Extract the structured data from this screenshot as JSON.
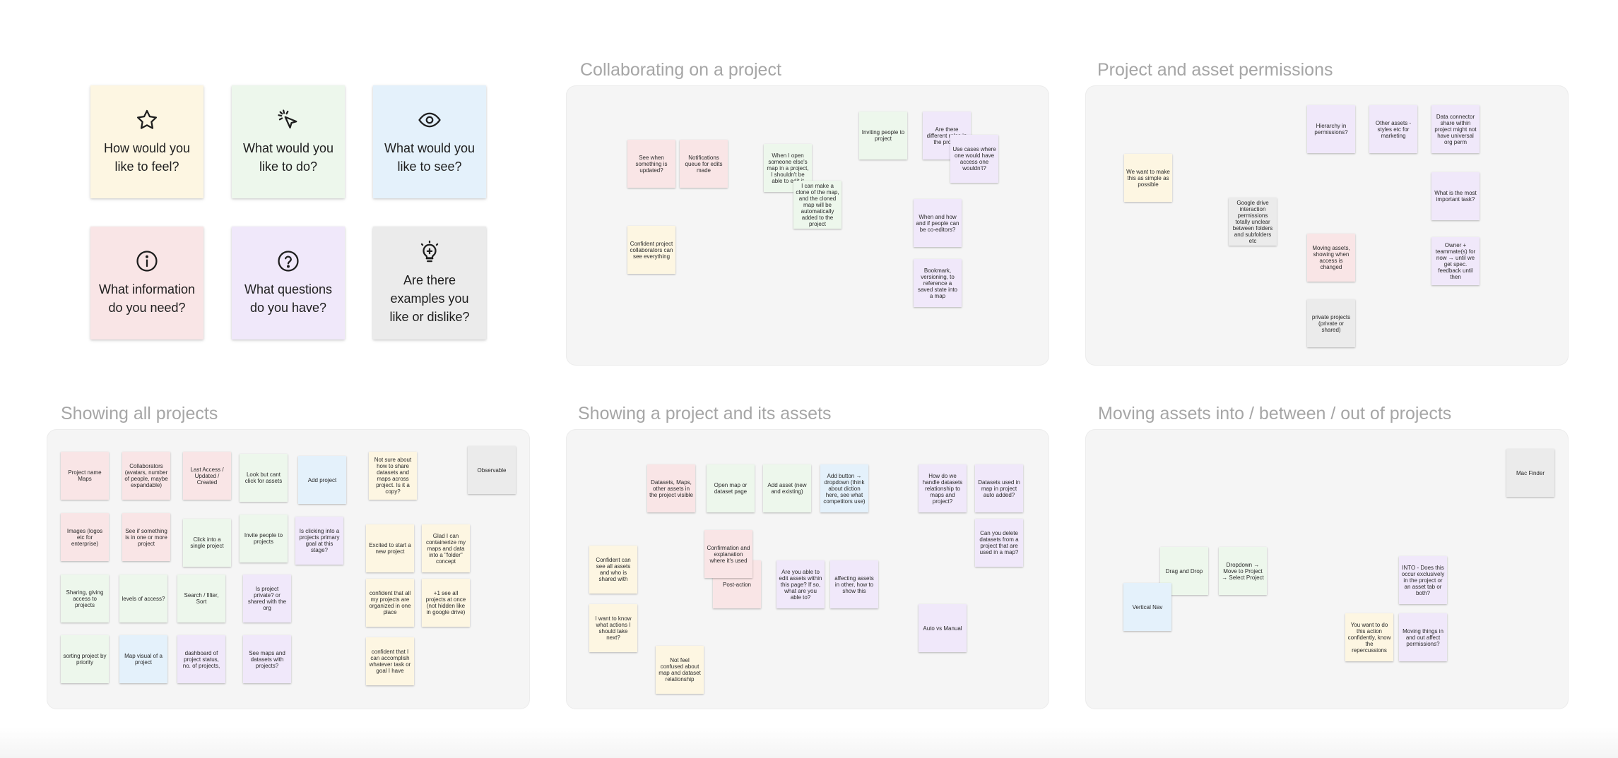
{
  "colors": {
    "yellow": "#fdf6e2",
    "green": "#edf7ec",
    "blue": "#e4f1fb",
    "pink": "#f9e5e6",
    "purple": "#f0e8fa",
    "gray": "#ebebeb",
    "section_bg": "#f5f5f5",
    "section_title": "#a6a6a6"
  },
  "prompts": [
    {
      "label": "How would you like to feel?",
      "icon": "star-icon",
      "color": "yellow"
    },
    {
      "label": "What would you like to do?",
      "icon": "cursor-click-icon",
      "color": "green"
    },
    {
      "label": "What would you like to see?",
      "icon": "eye-icon",
      "color": "blue"
    },
    {
      "label": "What information do you need?",
      "icon": "info-icon",
      "color": "pink"
    },
    {
      "label": "What questions do you have?",
      "icon": "question-icon",
      "color": "purple"
    },
    {
      "label": "Are there examples you like or dislike?",
      "icon": "lightbulb-icon",
      "color": "gray"
    }
  ],
  "sections": {
    "collab": {
      "title": "Collaborating on a project"
    },
    "perms": {
      "title": "Project and asset permissions"
    },
    "showall": {
      "title": "Showing all projects"
    },
    "showproj": {
      "title": "Showing a project and its assets"
    },
    "moving": {
      "title": "Moving assets into / between / out of projects"
    }
  },
  "notes": [
    {
      "text": "See when something is updated?",
      "color": "pink",
      "section": "collab"
    },
    {
      "text": "Notifications queue for edits made",
      "color": "pink",
      "section": "collab"
    },
    {
      "text": "When I open someone else's map in a project, I shouldn't be able to edit it",
      "color": "green",
      "section": "collab"
    },
    {
      "text": "I can make a clone of the map, and the cloned map will be automatically added to the project",
      "color": "green",
      "section": "collab"
    },
    {
      "text": "Inviting people to project",
      "color": "green",
      "section": "collab"
    },
    {
      "text": "Are there different roles in the project",
      "color": "purple",
      "section": "collab"
    },
    {
      "text": "Use cases where one would have access one wouldn't?",
      "color": "purple",
      "section": "collab"
    },
    {
      "text": "When and how and if people can be co-editors?",
      "color": "purple",
      "section": "collab"
    },
    {
      "text": "Bookmark, versioning, to reference a saved state into a map",
      "color": "purple",
      "section": "collab"
    },
    {
      "text": "Confident project collaborators can see everything",
      "color": "yellow",
      "section": "collab"
    },
    {
      "text": "We want to make this as simple as possible",
      "color": "yellow",
      "section": "perms"
    },
    {
      "text": "Google drive interaction permissions totally unclear between folders and subfolders etc",
      "color": "gray",
      "section": "perms"
    },
    {
      "text": "Hierarchy in permissions?",
      "color": "purple",
      "section": "perms"
    },
    {
      "text": "Other assets - styles etc for marketing",
      "color": "purple",
      "section": "perms"
    },
    {
      "text": "Data connector share within project might not have universal org perm",
      "color": "purple",
      "section": "perms"
    },
    {
      "text": "What is the most important task?",
      "color": "purple",
      "section": "perms"
    },
    {
      "text": "Moving assets, showing when access is changed",
      "color": "pink",
      "section": "perms"
    },
    {
      "text": "Owner + teammate(s) for now → until we get spec. feedback until then",
      "color": "purple",
      "section": "perms"
    },
    {
      "text": "private projects (private or shared)",
      "color": "gray",
      "section": "perms"
    },
    {
      "text": "Project name Maps",
      "color": "pink",
      "section": "showall"
    },
    {
      "text": "Collaborators (avatars, number of people, maybe expandable)",
      "color": "pink",
      "section": "showall"
    },
    {
      "text": "Last Access / Updated / Created",
      "color": "pink",
      "section": "showall"
    },
    {
      "text": "Look but cant click for assets",
      "color": "green",
      "section": "showall"
    },
    {
      "text": "Add project",
      "color": "blue",
      "section": "showall"
    },
    {
      "text": "Not sure about how to share datasets and maps across project. Is it a copy?",
      "color": "yellow",
      "section": "showall"
    },
    {
      "text": "Observable",
      "color": "gray",
      "section": "showall"
    },
    {
      "text": "Images (logos etc for enterprise)",
      "color": "pink",
      "section": "showall"
    },
    {
      "text": "See if something is in one or more project",
      "color": "pink",
      "section": "showall"
    },
    {
      "text": "Click into a single project",
      "color": "green",
      "section": "showall"
    },
    {
      "text": "Invite people to projects",
      "color": "green",
      "section": "showall"
    },
    {
      "text": "Is clicking into a projects primary goal at this stage?",
      "color": "purple",
      "section": "showall"
    },
    {
      "text": "Excited to start a new project",
      "color": "yellow",
      "section": "showall"
    },
    {
      "text": "Glad I can containerize my maps and data into a \"folder\" concept",
      "color": "yellow",
      "section": "showall"
    },
    {
      "text": "Sharing, giving access to projects",
      "color": "green",
      "section": "showall"
    },
    {
      "text": "levels of access?",
      "color": "green",
      "section": "showall"
    },
    {
      "text": "Search / filter, Sort",
      "color": "green",
      "section": "showall"
    },
    {
      "text": "Is project private? or shared with the org",
      "color": "purple",
      "section": "showall"
    },
    {
      "text": "confident that all my projects are organized in one place",
      "color": "yellow",
      "section": "showall"
    },
    {
      "text": "+1 see all projects at once (not hidden like in google drive)",
      "color": "yellow",
      "section": "showall"
    },
    {
      "text": "sorting project by priority",
      "color": "green",
      "section": "showall"
    },
    {
      "text": "Map visual of a project",
      "color": "blue",
      "section": "showall"
    },
    {
      "text": "dashboard of project status, no. of projects,",
      "color": "purple",
      "section": "showall"
    },
    {
      "text": "See maps and datasets with projects?",
      "color": "purple",
      "section": "showall"
    },
    {
      "text": "confident that I can accomplish whatever task or goal I have",
      "color": "yellow",
      "section": "showall"
    },
    {
      "text": "Datasets, Maps, other assets in the project visible",
      "color": "pink",
      "section": "showproj"
    },
    {
      "text": "Open map or dataset page",
      "color": "green",
      "section": "showproj"
    },
    {
      "text": "Add asset (new and existing)",
      "color": "green",
      "section": "showproj"
    },
    {
      "text": "Add button → dropdown (think about diction here, see what competitors use)",
      "color": "blue",
      "section": "showproj"
    },
    {
      "text": "How do we handle datasets relationship to maps and project?",
      "color": "purple",
      "section": "showproj"
    },
    {
      "text": "Datasets used in map in project auto added?",
      "color": "purple",
      "section": "showproj"
    },
    {
      "text": "Can you delete datasets from a project that are used in a map?",
      "color": "purple",
      "section": "showproj"
    },
    {
      "text": "Post-action",
      "color": "pink",
      "section": "showproj"
    },
    {
      "text": "Confirmation and explanation where it's used",
      "color": "pink",
      "section": "showproj"
    },
    {
      "text": "Are you able to edit assets within this page? If so, what are you able to?",
      "color": "purple",
      "section": "showproj"
    },
    {
      "text": "affecting assets in other, how to show this",
      "color": "purple",
      "section": "showproj"
    },
    {
      "text": "Confident can see all assets and who is shared with",
      "color": "yellow",
      "section": "showproj"
    },
    {
      "text": "I want to know what actions I should take next?",
      "color": "yellow",
      "section": "showproj"
    },
    {
      "text": "Not feel confused about map and dataset relationship",
      "color": "yellow",
      "section": "showproj"
    },
    {
      "text": "Auto vs Manual",
      "color": "purple",
      "section": "showproj"
    },
    {
      "text": "Mac Finder",
      "color": "gray",
      "section": "moving"
    },
    {
      "text": "Drag and Drop",
      "color": "green",
      "section": "moving"
    },
    {
      "text": "Dropdown → Move to Project → Select Project",
      "color": "green",
      "section": "moving"
    },
    {
      "text": "Vertical Nav",
      "color": "blue",
      "section": "moving"
    },
    {
      "text": "INTO - Does this occur exclusively in the project or an asset tab or both?",
      "color": "purple",
      "section": "moving"
    },
    {
      "text": "You want to do this action confidently, know the repercussions",
      "color": "yellow",
      "section": "moving"
    },
    {
      "text": "Moving things in and out affect permissions?",
      "color": "purple",
      "section": "moving"
    }
  ]
}
